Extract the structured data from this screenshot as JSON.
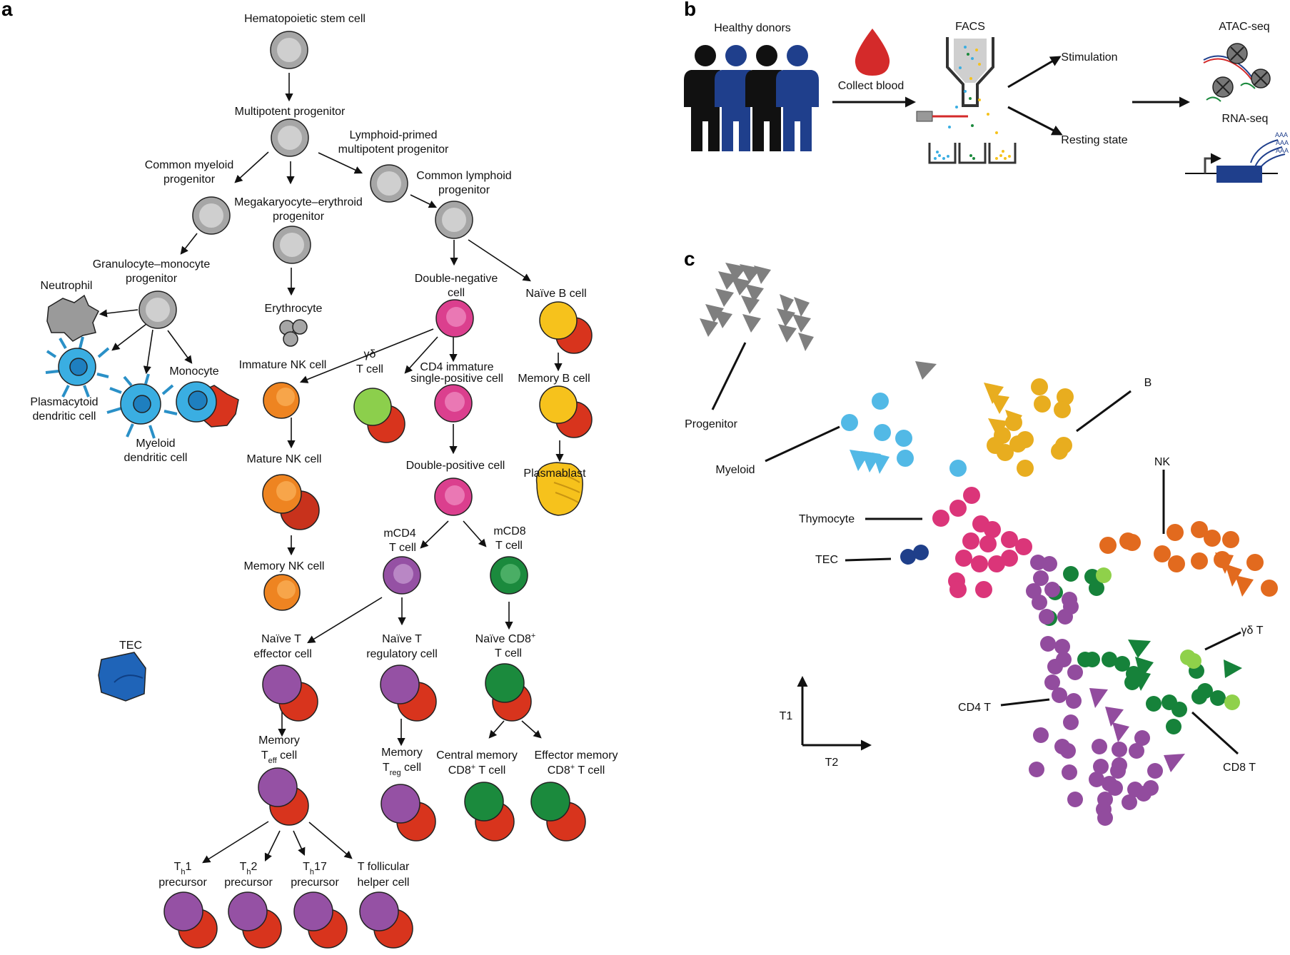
{
  "panels": {
    "a": "a",
    "b": "b",
    "c": "c"
  },
  "colors": {
    "gray": "#a6a6a6",
    "red": "#d8341d",
    "orange": "#ee8421",
    "yellow": "#f6c21c",
    "magenta": "#db3f8e",
    "purple": "#9551a4",
    "green": "#1b8a3d",
    "lightgreen": "#8ccf4c",
    "blue": "#3aaee2",
    "navy": "#1d3f8a",
    "tec": "#1f64b8",
    "donor_blue": "#1f3f8c",
    "blood": "#d42a2a",
    "c_gray": "#7f7f7f",
    "c_cyan": "#52b9e6",
    "c_gold": "#e8ad1f",
    "c_orange": "#e26a1e",
    "c_magenta": "#db3579",
    "c_purple": "#924c9e",
    "c_green": "#16823a",
    "c_lightgreen": "#8fd14a",
    "c_navy": "#1f3f8a"
  },
  "lineage": {
    "hsc": "Hematopoietic stem cell",
    "mpp": "Multipotent progenitor",
    "cmp": [
      "Common myeloid",
      "progenitor"
    ],
    "mep": [
      "Megakaryocyte–erythroid",
      "progenitor"
    ],
    "lmpp": [
      "Lymphoid-primed",
      "multipotent progenitor"
    ],
    "clp": [
      "Common lymphoid",
      "progenitor"
    ],
    "gmp": [
      "Granulocyte–monocyte",
      "progenitor"
    ],
    "neutrophil": "Neutrophil",
    "erythrocyte": "Erythrocyte",
    "dn": [
      "Double-negative",
      "cell"
    ],
    "naive_b": "Naïve B cell",
    "monocyte": "Monocyte",
    "pdc": [
      "Plasmacytoid",
      "dendritic cell"
    ],
    "mdc": [
      "Myeloid",
      "dendritic cell"
    ],
    "immature_nk": "Immature NK cell",
    "gd": [
      "γδ",
      "T cell"
    ],
    "cd4_isp": [
      "CD4 immature",
      "single-positive cell"
    ],
    "memory_b": "Memory B cell",
    "mature_nk": "Mature NK cell",
    "dp": "Double-positive cell",
    "plasmablast": "Plasmablast",
    "memory_nk": "Memory NK cell",
    "mcd4": [
      "mCD4",
      "T cell"
    ],
    "mcd8": [
      "mCD8",
      "T cell"
    ],
    "tec": "TEC",
    "naive_teff": [
      "Naïve T",
      "effector cell"
    ],
    "naive_treg": [
      "Naïve T",
      "regulatory cell"
    ],
    "naive_cd8": [
      "Naïve CD8",
      "+",
      "T cell"
    ],
    "memory_teff": [
      "Memory",
      "T",
      "eff",
      " cell"
    ],
    "memory_treg": [
      "Memory",
      "T",
      "reg",
      " cell"
    ],
    "central_memory": [
      "Central memory",
      "CD8",
      "+",
      " T cell"
    ],
    "effector_memory": [
      "Effector memory",
      "CD8",
      "+",
      " T cell"
    ],
    "th1": [
      "T",
      "h",
      "1",
      "precursor"
    ],
    "th2": [
      "T",
      "h",
      "2",
      "precursor"
    ],
    "th17": [
      "T",
      "h",
      "17",
      "precursor"
    ],
    "tfh": [
      "T follicular",
      "helper cell"
    ]
  },
  "workflow": {
    "donors": "Healthy donors",
    "collect": "Collect blood",
    "facs": "FACS",
    "stimulation": "Stimulation",
    "resting": "Resting state",
    "atac": "ATAC-seq",
    "rna": "RNA-seq",
    "aaa": "AAA"
  },
  "scatter": {
    "labels": {
      "progenitor": "Progenitor",
      "myeloid": "Myeloid",
      "b": "B",
      "nk": "NK",
      "thymocyte": "Thymocyte",
      "tec": "TEC",
      "gd_t": "γδ T",
      "cd4_t": "CD4 T",
      "cd8_t": "CD8 T"
    },
    "axes": {
      "t1": "T1",
      "t2": "T2"
    }
  }
}
